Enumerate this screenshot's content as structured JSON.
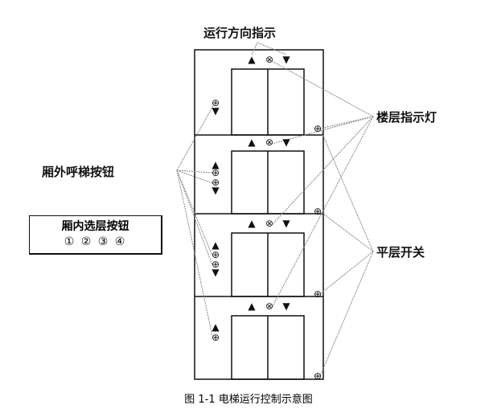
{
  "labels": {
    "direction": "运行方向指示",
    "floor_indicator": "楼层指示灯",
    "hall_buttons": "厢外呼梯按钮",
    "car_buttons_title": "厢内选层按钮",
    "car_buttons": [
      "①",
      "②",
      "③",
      "④"
    ],
    "leveling_switch": "平层开关"
  },
  "caption": "图 1-1 电梯运行控制示意图",
  "symbols": {
    "up": "▲",
    "down": "▼",
    "indicator": "⊗",
    "button": "⊕"
  }
}
